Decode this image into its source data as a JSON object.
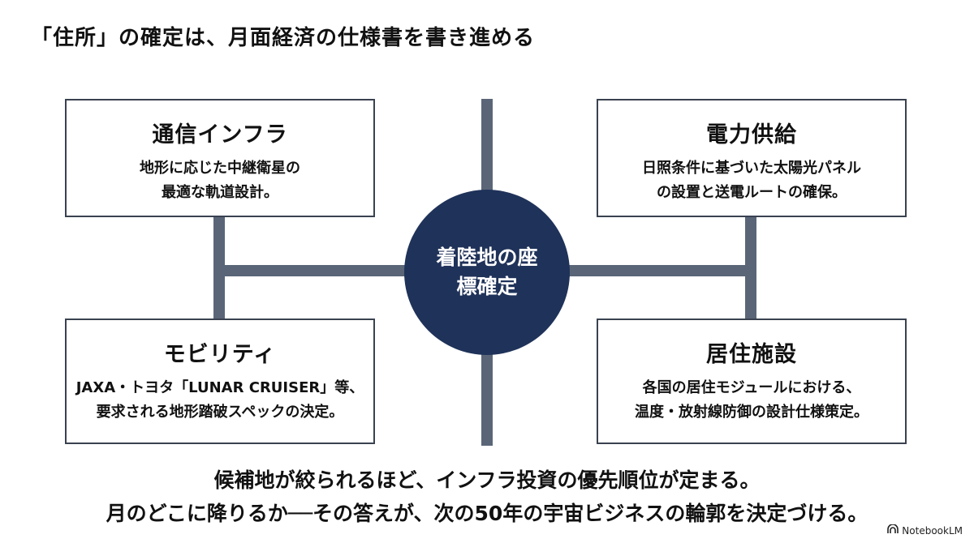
{
  "title": "「住所」の確定は、月面経済の仕様書を書き進める",
  "hub": {
    "label": "着陸地の座標確定"
  },
  "nodes": [
    {
      "title": "通信インフラ",
      "lines": [
        "地形に応じた中継衛星の",
        "最適な軌道設計。"
      ]
    },
    {
      "title": "電力供給",
      "lines": [
        "日照条件に基づいた太陽光パネル",
        "の設置と送電ルートの確保。"
      ]
    },
    {
      "title": "モビリティ",
      "lines": [
        "JAXA・トヨタ「LUNAR CRUISER」等、",
        "要求される地形踏破スペックの決定。"
      ]
    },
    {
      "title": "居住施設",
      "lines": [
        "各国の居住モジュールにおける、",
        "温度・放射線防御の設計仕様策定。"
      ]
    }
  ],
  "footer": {
    "line1": "候補地が絞られるほど、インフラ投資の優先順位が定まる。",
    "line2": "月のどこに降りるか──その答えが、次の50年の宇宙ビジネスの輪郭を決定づける。"
  },
  "brand": {
    "icon": "notebooklm-icon",
    "label": "NotebookLM"
  },
  "colors": {
    "hub": "#1f3259",
    "connector": "#5a6678",
    "box_border": "#3a4250"
  }
}
